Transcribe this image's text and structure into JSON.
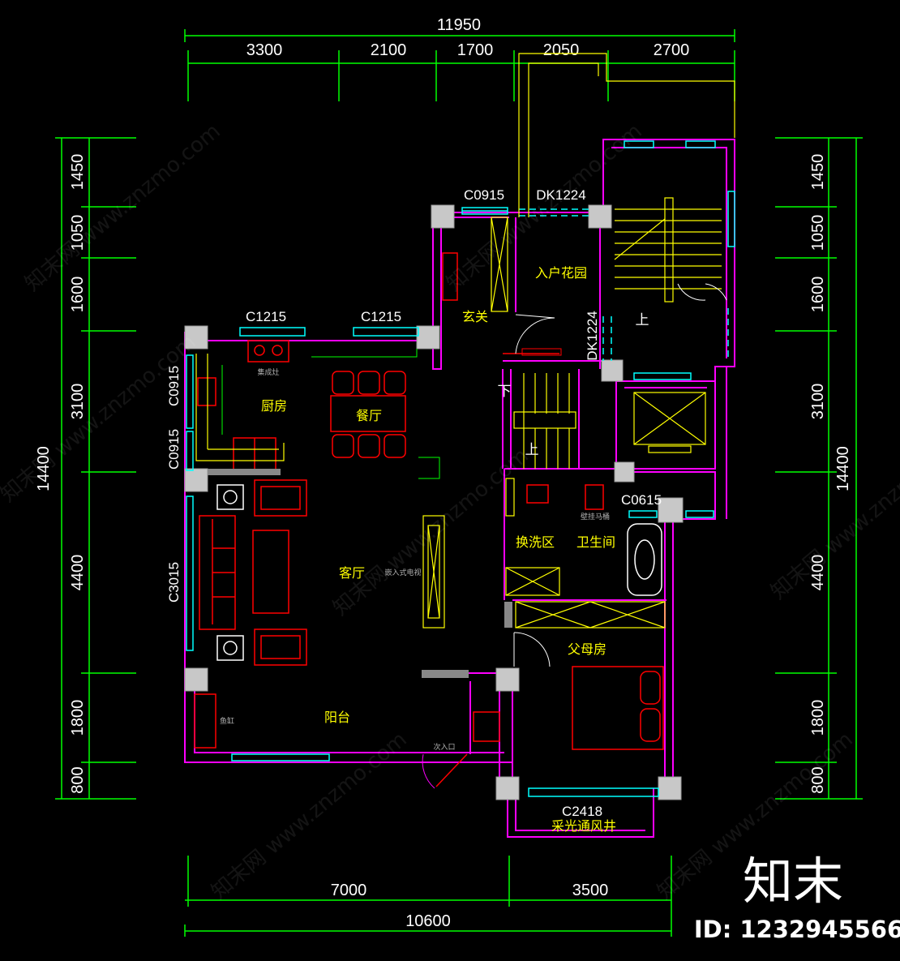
{
  "dimensions": {
    "top_total": "11950",
    "top_segments": [
      "3300",
      "2100",
      "1700",
      "2050",
      "2700"
    ],
    "left_total": "14400",
    "left_segments": [
      "1450",
      "1050",
      "1600",
      "3100",
      "4400",
      "1800",
      "800"
    ],
    "right_total": "14400",
    "right_segments": [
      "1450",
      "1050",
      "1600",
      "3100",
      "4400",
      "1800",
      "800"
    ],
    "bottom_total": "10600",
    "bottom_segments": [
      "7000",
      "3500"
    ]
  },
  "window_tags": {
    "c0915_top": "C0915",
    "dk1224_top": "DK1224",
    "c1215_a": "C1215",
    "c1215_b": "C1215",
    "dk1224_side": "DK1224",
    "c0915_left_a": "C0915",
    "c0915_left_b": "C0915",
    "c3015": "C3015",
    "c0615": "C0615",
    "c2418": "C2418"
  },
  "rooms": {
    "entry_garden": "入户花园",
    "foyer": "玄关",
    "kitchen": "厨房",
    "dining": "餐厅",
    "living": "客厅",
    "changing_area": "换洗区",
    "bathroom": "卫生间",
    "parents_room": "父母房",
    "balcony": "阳台",
    "light_shaft": "采光通风井"
  },
  "stair_labels": {
    "up_main": "上",
    "down_inner": "下",
    "up_inner": "上"
  },
  "notes": {
    "integrated_stove": "集成灶",
    "embedded_tv": "嵌入式电视",
    "wall_toilet": "壁挂马桶",
    "fish_tank": "鱼缸",
    "secondary_entrance": "次入口"
  },
  "watermark": {
    "text": "知末网 www.znzmo.com",
    "brand": "知末",
    "id_label": "ID: 1232945566"
  },
  "colors": {
    "background": "#000000",
    "dimension_line": "#00ff00",
    "wall": "#ff00ff",
    "furniture": "#ff0000",
    "window": "#00ffff",
    "stair": "#ffff00",
    "room_label": "#ffff00",
    "column": "#c8c8c8"
  }
}
